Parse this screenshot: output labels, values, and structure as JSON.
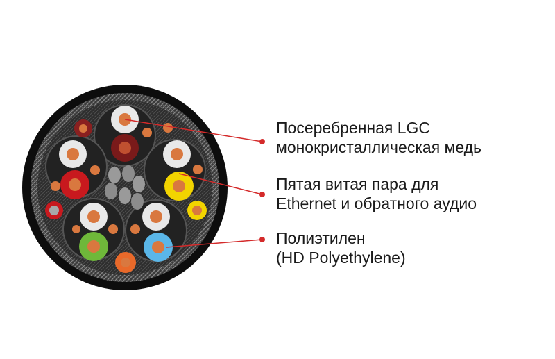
{
  "annotations": [
    {
      "id": "copper",
      "lines": [
        "Посеребренная LGC",
        "монокристаллическая медь"
      ]
    },
    {
      "id": "twisted-pair",
      "lines": [
        "Пятая витая пара для",
        "Ethernet и обратного аудио"
      ]
    },
    {
      "id": "polyethylene",
      "lines": [
        "Полиэтилен",
        "(HD Polyethylene)"
      ]
    }
  ],
  "colors": {
    "leader_line": "#d42a2a",
    "jacket": "#0d0d0d",
    "braid": "#5a5a5a",
    "filler": "#3c3c3c",
    "copper_core": "#d9783f",
    "insulation_white": "#e8e8e8",
    "insulation_red": "#c8191e",
    "insulation_dark_red": "#7a1a1a",
    "insulation_yellow": "#f2d400",
    "insulation_green": "#6fb83a",
    "insulation_blue": "#5ab6e8",
    "insulation_orange": "#e8692a",
    "insulation_grey": "#a8a8a8"
  }
}
